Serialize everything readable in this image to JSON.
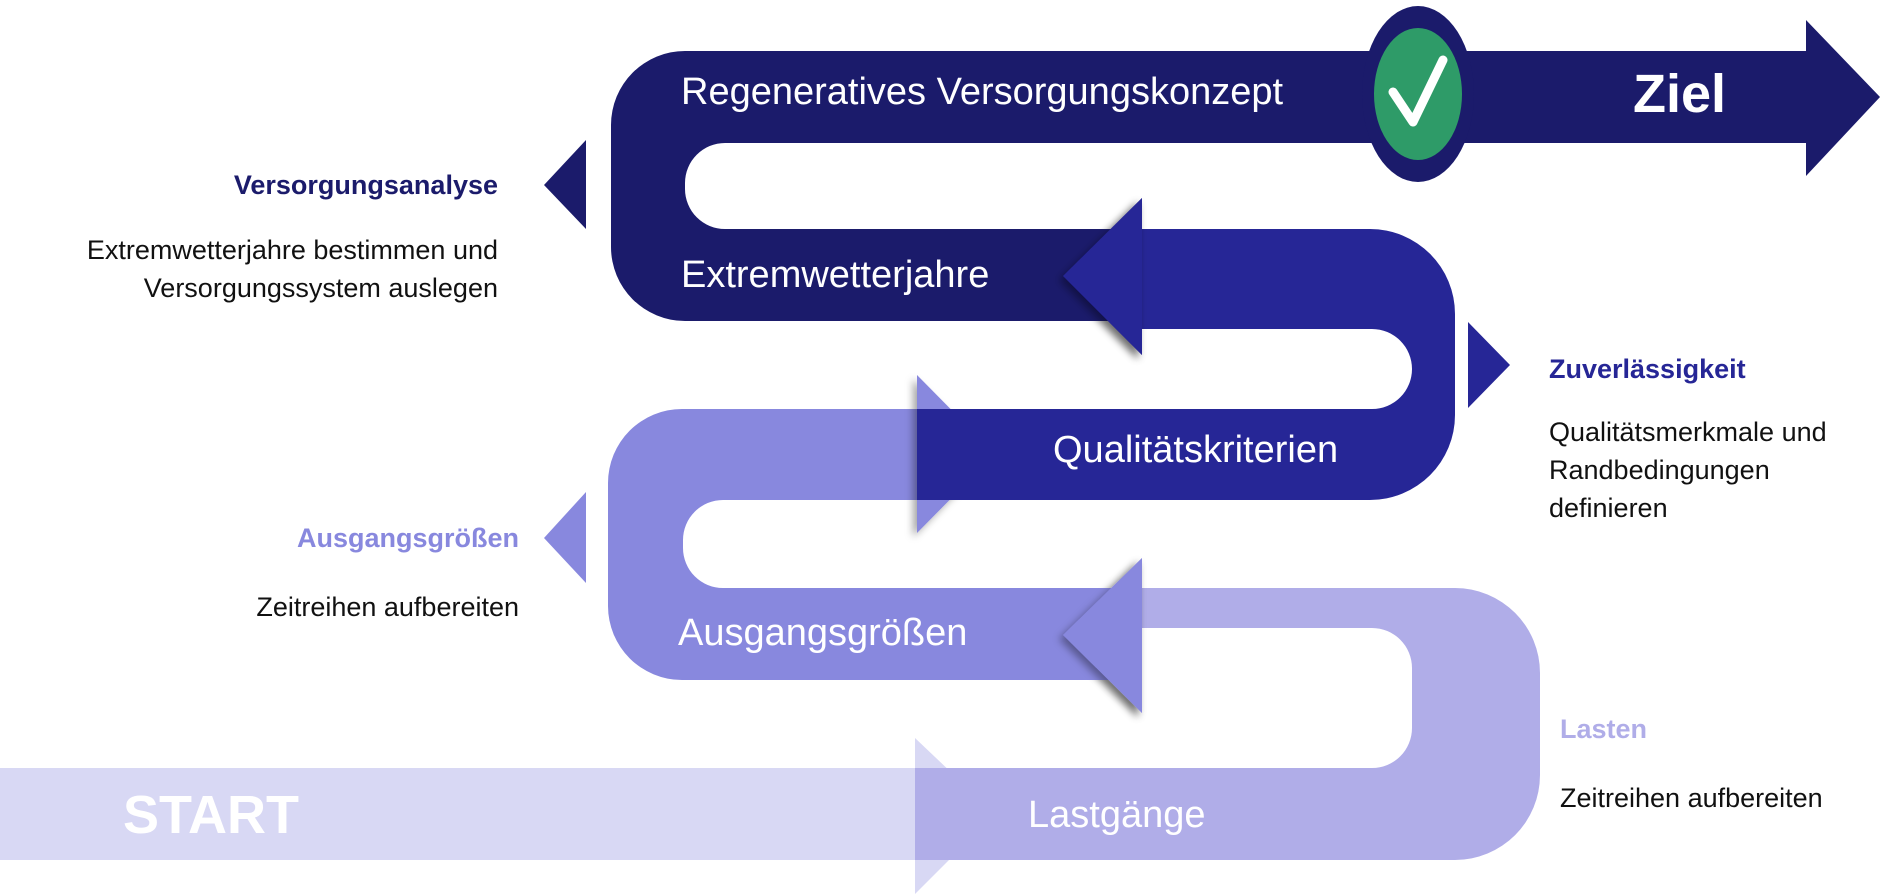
{
  "flow": {
    "start_label": "START",
    "goal_label": "Ziel",
    "bands": [
      {
        "label": "Lastgänge",
        "color": "#b0ade8"
      },
      {
        "label": "Ausgangsgrößen",
        "color": "#8888de"
      },
      {
        "label": "Qualitätskriterien",
        "color": "#262696"
      },
      {
        "label": "Extremwetterjahre",
        "color": "#1b1b6b"
      },
      {
        "label": "Regeneratives Versorgungskonzept",
        "color": "#1b1b6b"
      }
    ],
    "start_color": "#d8d8f4",
    "goal_color": "#1b1b6b",
    "check_color": "#2e9b68"
  },
  "steps": {
    "versorgungsanalyse": {
      "heading": "Versorgungsanalyse",
      "description": "Extremwetterjahre bestimmen und\nVersorgungssystem auslegen",
      "heading_color": "#1b1b6b"
    },
    "ausgangsgroessen": {
      "heading": "Ausgangsgrößen",
      "description": "Zeitreihen aufbereiten",
      "heading_color": "#8888de"
    },
    "zuverlaessigkeit": {
      "heading": "Zuverlässigkeit",
      "description": "Qualitätsmerkmale und\nRandbedingungen\ndefinieren",
      "heading_color": "#262696"
    },
    "lasten": {
      "heading": "Lasten",
      "description": "Zeitreihen aufbereiten",
      "heading_color": "#b0ade8"
    }
  }
}
